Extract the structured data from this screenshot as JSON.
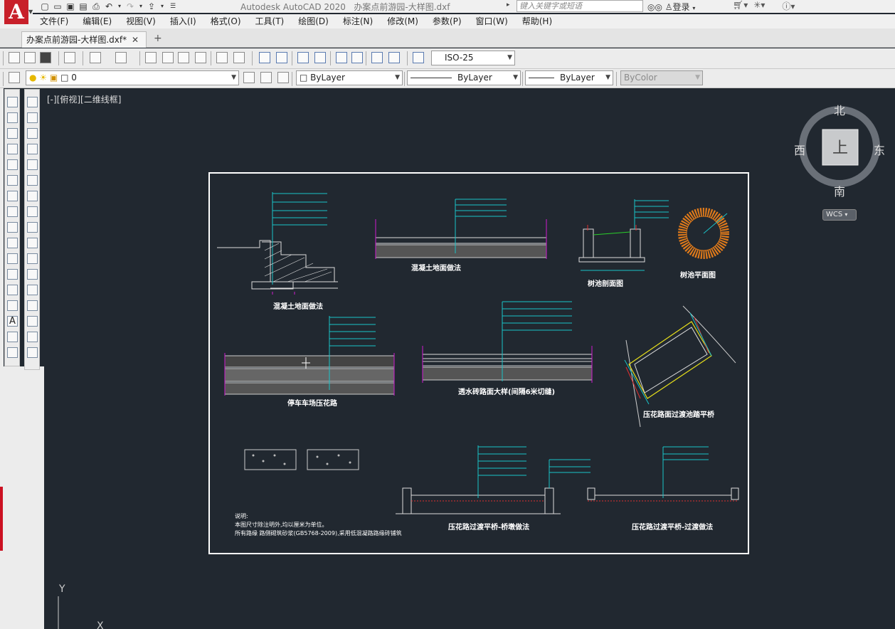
{
  "app": {
    "logo": "A",
    "title": "Autodesk AutoCAD 2020",
    "file": "办案点前游园-大样图.dxf",
    "search_placeholder": "键入关键字或短语",
    "login": "登录"
  },
  "menu": [
    "文件(F)",
    "编辑(E)",
    "视图(V)",
    "插入(I)",
    "格式(O)",
    "工具(T)",
    "绘图(D)",
    "标注(N)",
    "修改(M)",
    "参数(P)",
    "窗口(W)",
    "帮助(H)"
  ],
  "tab": {
    "label": "办案点前游园-大样图.dxf*",
    "close": "✕",
    "new": "+"
  },
  "toolbar": {
    "dimstyle": "ISO-25",
    "layer": "0",
    "color": "ByLayer",
    "linetype": "ByLayer",
    "lineweight": "ByLayer",
    "plotstyle": "ByColor"
  },
  "viewport": {
    "label": "[-][俯视][二维线框]"
  },
  "viewcube": {
    "north": "北",
    "south": "南",
    "east": "东",
    "west": "西",
    "face": "上",
    "wcs": "WCS"
  },
  "ucs": {
    "y": "Y",
    "x": "X"
  },
  "drawing": {
    "t1": "混凝土地面做法",
    "t2": "混凝土地面做法",
    "t3": "树池剖面图",
    "t4": "树池平面图",
    "t5": "停车车场压花路",
    "t6": "透水砖路面大样(间隔6米切缝)",
    "t7": "压花路面过渡池踏平桥",
    "t8": "压花路过渡平桥-桥墩做法",
    "t9": "压花路过渡平桥-过渡做法",
    "note_title": "说明:",
    "note1": "本图尺寸除注明外,均以厘米为单位。",
    "note2": "所有路缘  路侧砌筑砂浆(GB5768-2009),采用低混凝路路缘砖铺筑"
  },
  "colors": {
    "canvas": "#212830",
    "cyan": "#19c3c8",
    "magenta": "#d01ad0",
    "orange": "#e07a1a",
    "yellow": "#e8e01a",
    "red": "#e03030",
    "green": "#2ad02a"
  }
}
